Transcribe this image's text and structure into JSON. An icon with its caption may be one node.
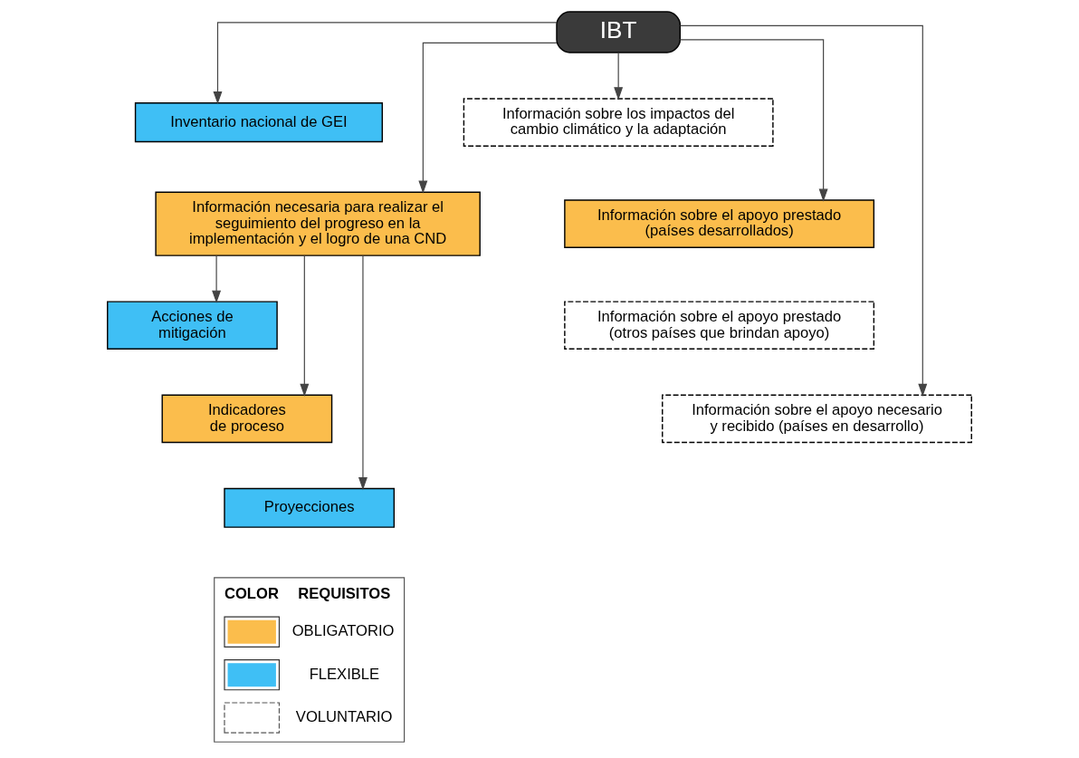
{
  "diagram": {
    "nodes": [
      {
        "text": [
          "IBT"
        ]
      },
      {
        "text": [
          "Inventario nacional de GEI"
        ]
      },
      {
        "text": [
          "Información necesaria para realizar el seguimiento del progreso en la implementación y el logro de una CND"
        ]
      },
      {
        "text": [
          "Acciones de mitigación"
        ]
      },
      {
        "text": [
          "Indicadores de proceso"
        ]
      },
      {
        "text": [
          "Proyecciones"
        ]
      },
      {
        "text": [
          "Información sobre los impactos del cambio climático y la adaptación"
        ]
      },
      {
        "text": [
          "Información sobre el apoyo prestado (países desarrollados)"
        ]
      },
      {
        "text": [
          "Información sobre el apoyo prestado (otros países que brindan apoyo)"
        ]
      },
      {
        "text": [
          "Información sobre el apoyo necesario y recibido (países en desarrollo)"
        ]
      }
    ],
    "edges": [
      {
        "from": 0,
        "to": 1,
        "arrow": "to"
      },
      {
        "from": 0,
        "to": 2,
        "arrow": "to"
      },
      {
        "from": 0,
        "to": 6,
        "arrow": "to"
      },
      {
        "from": 0,
        "to": 7,
        "arrow": "to"
      },
      {
        "from": 0,
        "to": 9,
        "arrow": "to"
      },
      {
        "from": 2,
        "to": 3,
        "arrow": "to"
      },
      {
        "from": 2,
        "to": 4,
        "arrow": "to"
      },
      {
        "from": 2,
        "to": 5,
        "arrow": "to"
      }
    ],
    "labels": [
      "COLOR",
      "REQUISITOS"
    ],
    "legend": [
      {
        "text": "OBLIGATORIO",
        "color": "#fbbd4c"
      },
      {
        "text": "FLEXIBLE",
        "color": "#3fbff5"
      },
      {
        "text": "VOLUNTARIO"
      }
    ]
  }
}
